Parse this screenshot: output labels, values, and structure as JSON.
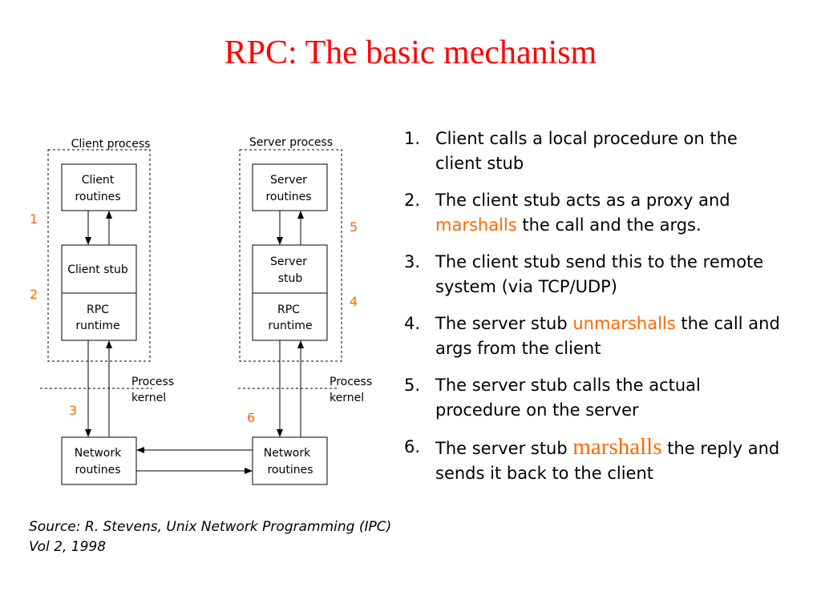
{
  "title": "RPC: The basic mechanism",
  "colors": {
    "title": "#ff0000",
    "accent": "#ff6600",
    "line": "#000000"
  },
  "diagram": {
    "client_process_label": "Client process",
    "server_process_label": "Server process",
    "client": {
      "routines": [
        "Client",
        "routines"
      ],
      "stub": "Client stub",
      "runtime": [
        "RPC",
        "runtime"
      ],
      "network": [
        "Network",
        "routines"
      ]
    },
    "server": {
      "routines": [
        "Server",
        "routines"
      ],
      "stub": [
        "Server",
        "stub"
      ],
      "runtime": [
        "RPC",
        "runtime"
      ],
      "network": [
        "Network",
        "routines"
      ]
    },
    "process_kernel_left": [
      "Process",
      "kernel"
    ],
    "process_kernel_right": [
      "Process",
      "kernel"
    ],
    "step_labels": [
      "1",
      "2",
      "3",
      "4",
      "5",
      "6"
    ]
  },
  "steps": [
    {
      "number": "1.",
      "parts": [
        {
          "text": "Client calls a local procedure on the client stub"
        }
      ]
    },
    {
      "number": "2.",
      "parts": [
        {
          "text": "The client stub acts as a proxy and "
        },
        {
          "text": "marshalls",
          "highlight": true
        },
        {
          "text": " the call and the args."
        }
      ]
    },
    {
      "number": "3.",
      "parts": [
        {
          "text": "The client stub send this to the remote system (via TCP/UDP)"
        }
      ]
    },
    {
      "number": "4.",
      "parts": [
        {
          "text": "The server stub "
        },
        {
          "text": "unmarshalls",
          "highlight": true
        },
        {
          "text": " the call and args from the client"
        }
      ]
    },
    {
      "number": "5.",
      "parts": [
        {
          "text": "The server stub calls the actual procedure on the server"
        }
      ]
    },
    {
      "number": "6.",
      "parts": [
        {
          "text": "The server stub "
        },
        {
          "text": "marshalls",
          "highlight": true,
          "serif": true
        },
        {
          "text": " the reply and sends it back to the client"
        }
      ]
    }
  ],
  "source": [
    "Source: R. Stevens, Unix Network Programming (IPC)",
    "Vol 2,  1998"
  ]
}
